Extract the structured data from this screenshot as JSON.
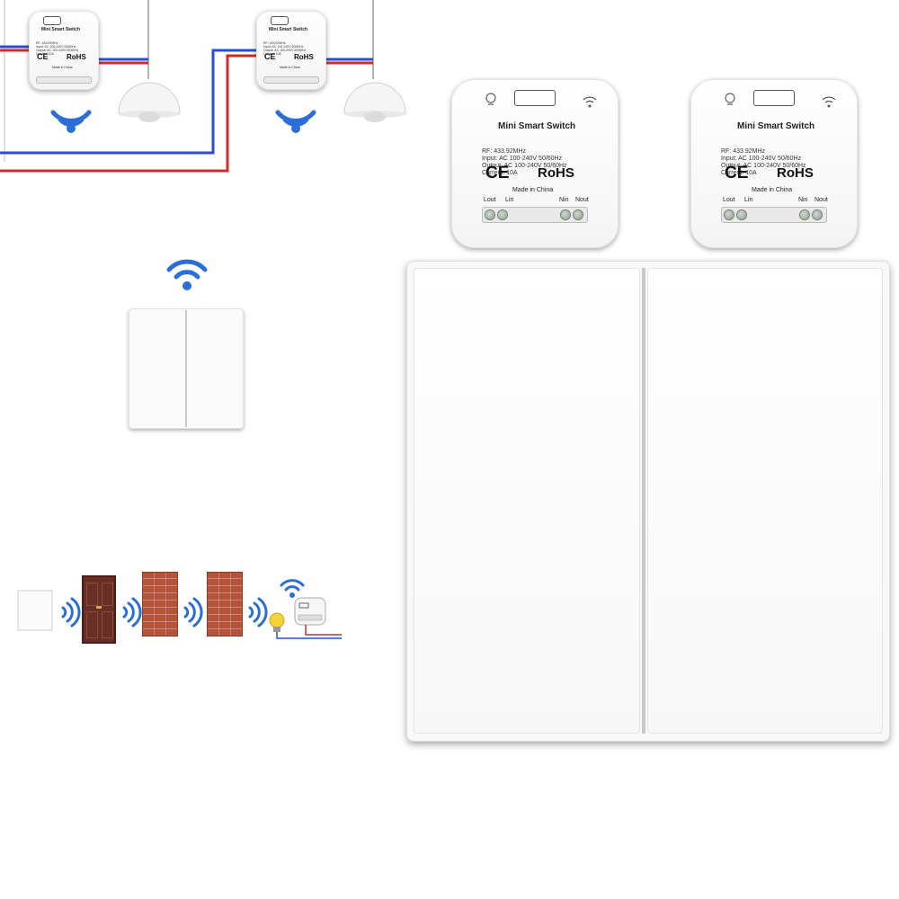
{
  "module": {
    "title": "Mini Smart Switch",
    "specs": {
      "rf": "RF: 433.92MHz",
      "input": "Input: AC 100-240V 50/60Hz",
      "output": "Output: AC 100-240V 50/60Hz",
      "current": "Current: 10A"
    },
    "ce": "CE",
    "rohs": "RoHS",
    "made": "Made in China",
    "terminals": {
      "lout": "Lout",
      "lin": "Lin",
      "nin": "Nin",
      "nout": "Nout"
    }
  },
  "icons": {
    "signal": "wireless-signal-icon",
    "arrow": "rf-wave-icon",
    "bulb": "light-bulb-icon"
  },
  "colors": {
    "signal_blue": "#2b6fd6",
    "wire_red": "#d42a2a",
    "wire_blue": "#2a4fd4",
    "brick": "#b4523a",
    "door": "#6a2f24"
  }
}
